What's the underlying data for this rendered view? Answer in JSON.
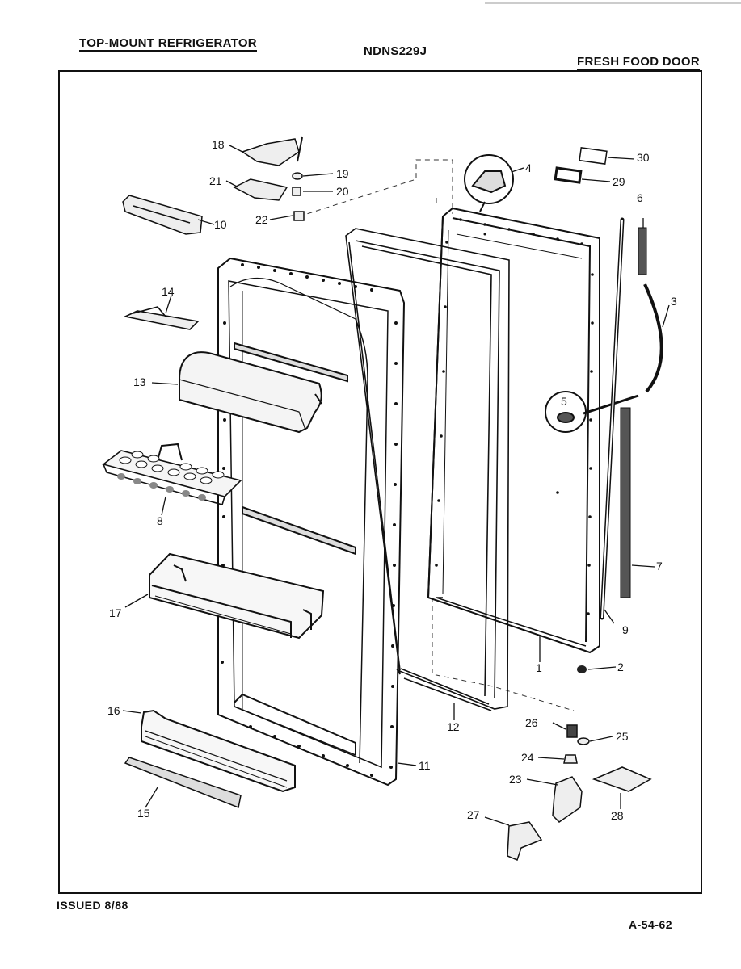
{
  "header": {
    "left": "TOP-MOUNT REFRIGERATOR",
    "center": "NDNS229J",
    "right": "FRESH FOOD DOOR"
  },
  "footer": {
    "issued": "ISSUED 8/88",
    "code": "A-54-62"
  },
  "callouts": [
    "1",
    "2",
    "3",
    "4",
    "5",
    "6",
    "7",
    "8",
    "9",
    "10",
    "11",
    "12",
    "13",
    "14",
    "15",
    "16",
    "17",
    "18",
    "19",
    "20",
    "21",
    "22",
    "23",
    "24",
    "25",
    "26",
    "27",
    "28",
    "29",
    "30"
  ]
}
